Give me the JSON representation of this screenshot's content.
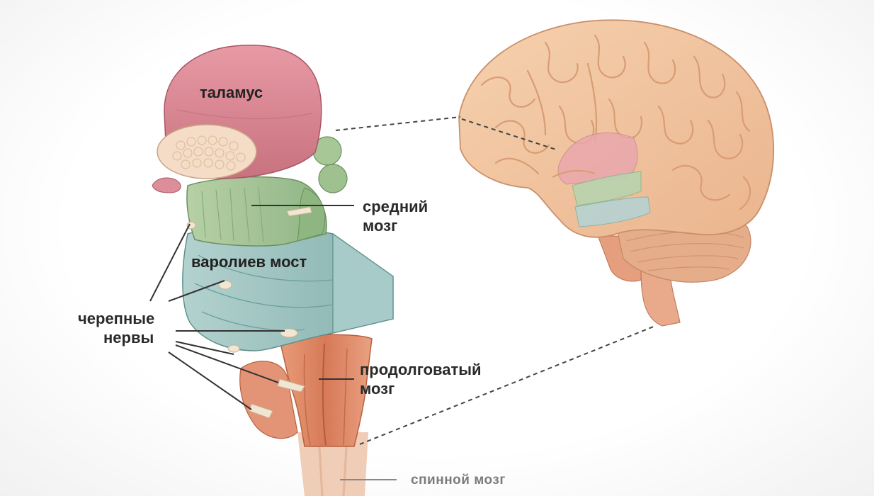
{
  "labels": {
    "thalamus": "таламус",
    "midbrain_1": "средний",
    "midbrain_2": "мозг",
    "pons": "варолиев мост",
    "cranial_1": "черепные",
    "cranial_2": "нервы",
    "medulla_1": "продолговатый",
    "medulla_2": "мозг",
    "spinal": "спинной мозг"
  },
  "colors": {
    "thalamus": "#d9838f",
    "midbrain": "#a9c69b",
    "pons": "#9cc3c1",
    "medulla": "#dd8a66",
    "cortex": "#f2c39d",
    "cerebellum": "#e5ad8a",
    "nerve": "#f1e6d2",
    "leader_line": "#333333"
  }
}
